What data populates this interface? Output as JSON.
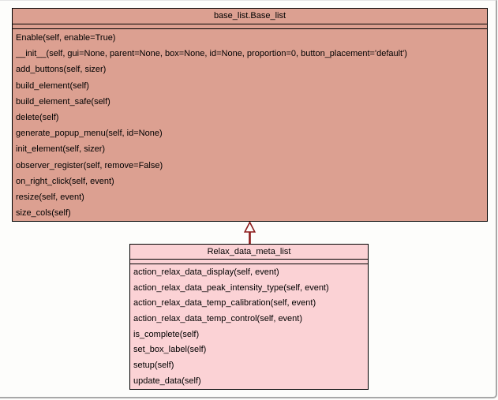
{
  "page": {
    "background": "#fdfdfb",
    "frame_color": "#a8a8a8"
  },
  "diagram": {
    "type": "uml-class-diagram",
    "classes": [
      {
        "name": "base_list.Base_list",
        "fill": "#dca091",
        "attributes": [],
        "methods": [
          "Enable(self, enable=True)",
          "__init__(self, gui=None, parent=None, box=None, id=None, proportion=0, button_placement='default')",
          "add_buttons(self, sizer)",
          "build_element(self)",
          "build_element_safe(self)",
          "delete(self)",
          "generate_popup_menu(self, id=None)",
          "init_element(self, sizer)",
          "observer_register(self, remove=False)",
          "on_right_click(self, event)",
          "resize(self, event)",
          "size_cols(self)"
        ]
      },
      {
        "name": "Relax_data_meta_list",
        "fill": "#fbd2d5",
        "attributes": [],
        "methods": [
          "action_relax_data_display(self, event)",
          "action_relax_data_peak_intensity_type(self, event)",
          "action_relax_data_temp_calibration(self, event)",
          "action_relax_data_temp_control(self, event)",
          "is_complete(self)",
          "set_box_label(self)",
          "setup(self)",
          "update_data(self)"
        ]
      }
    ],
    "relationships": [
      {
        "type": "inheritance",
        "from": "Relax_data_meta_list",
        "to": "base_list.Base_list",
        "color": "#8b1a1a"
      }
    ]
  }
}
